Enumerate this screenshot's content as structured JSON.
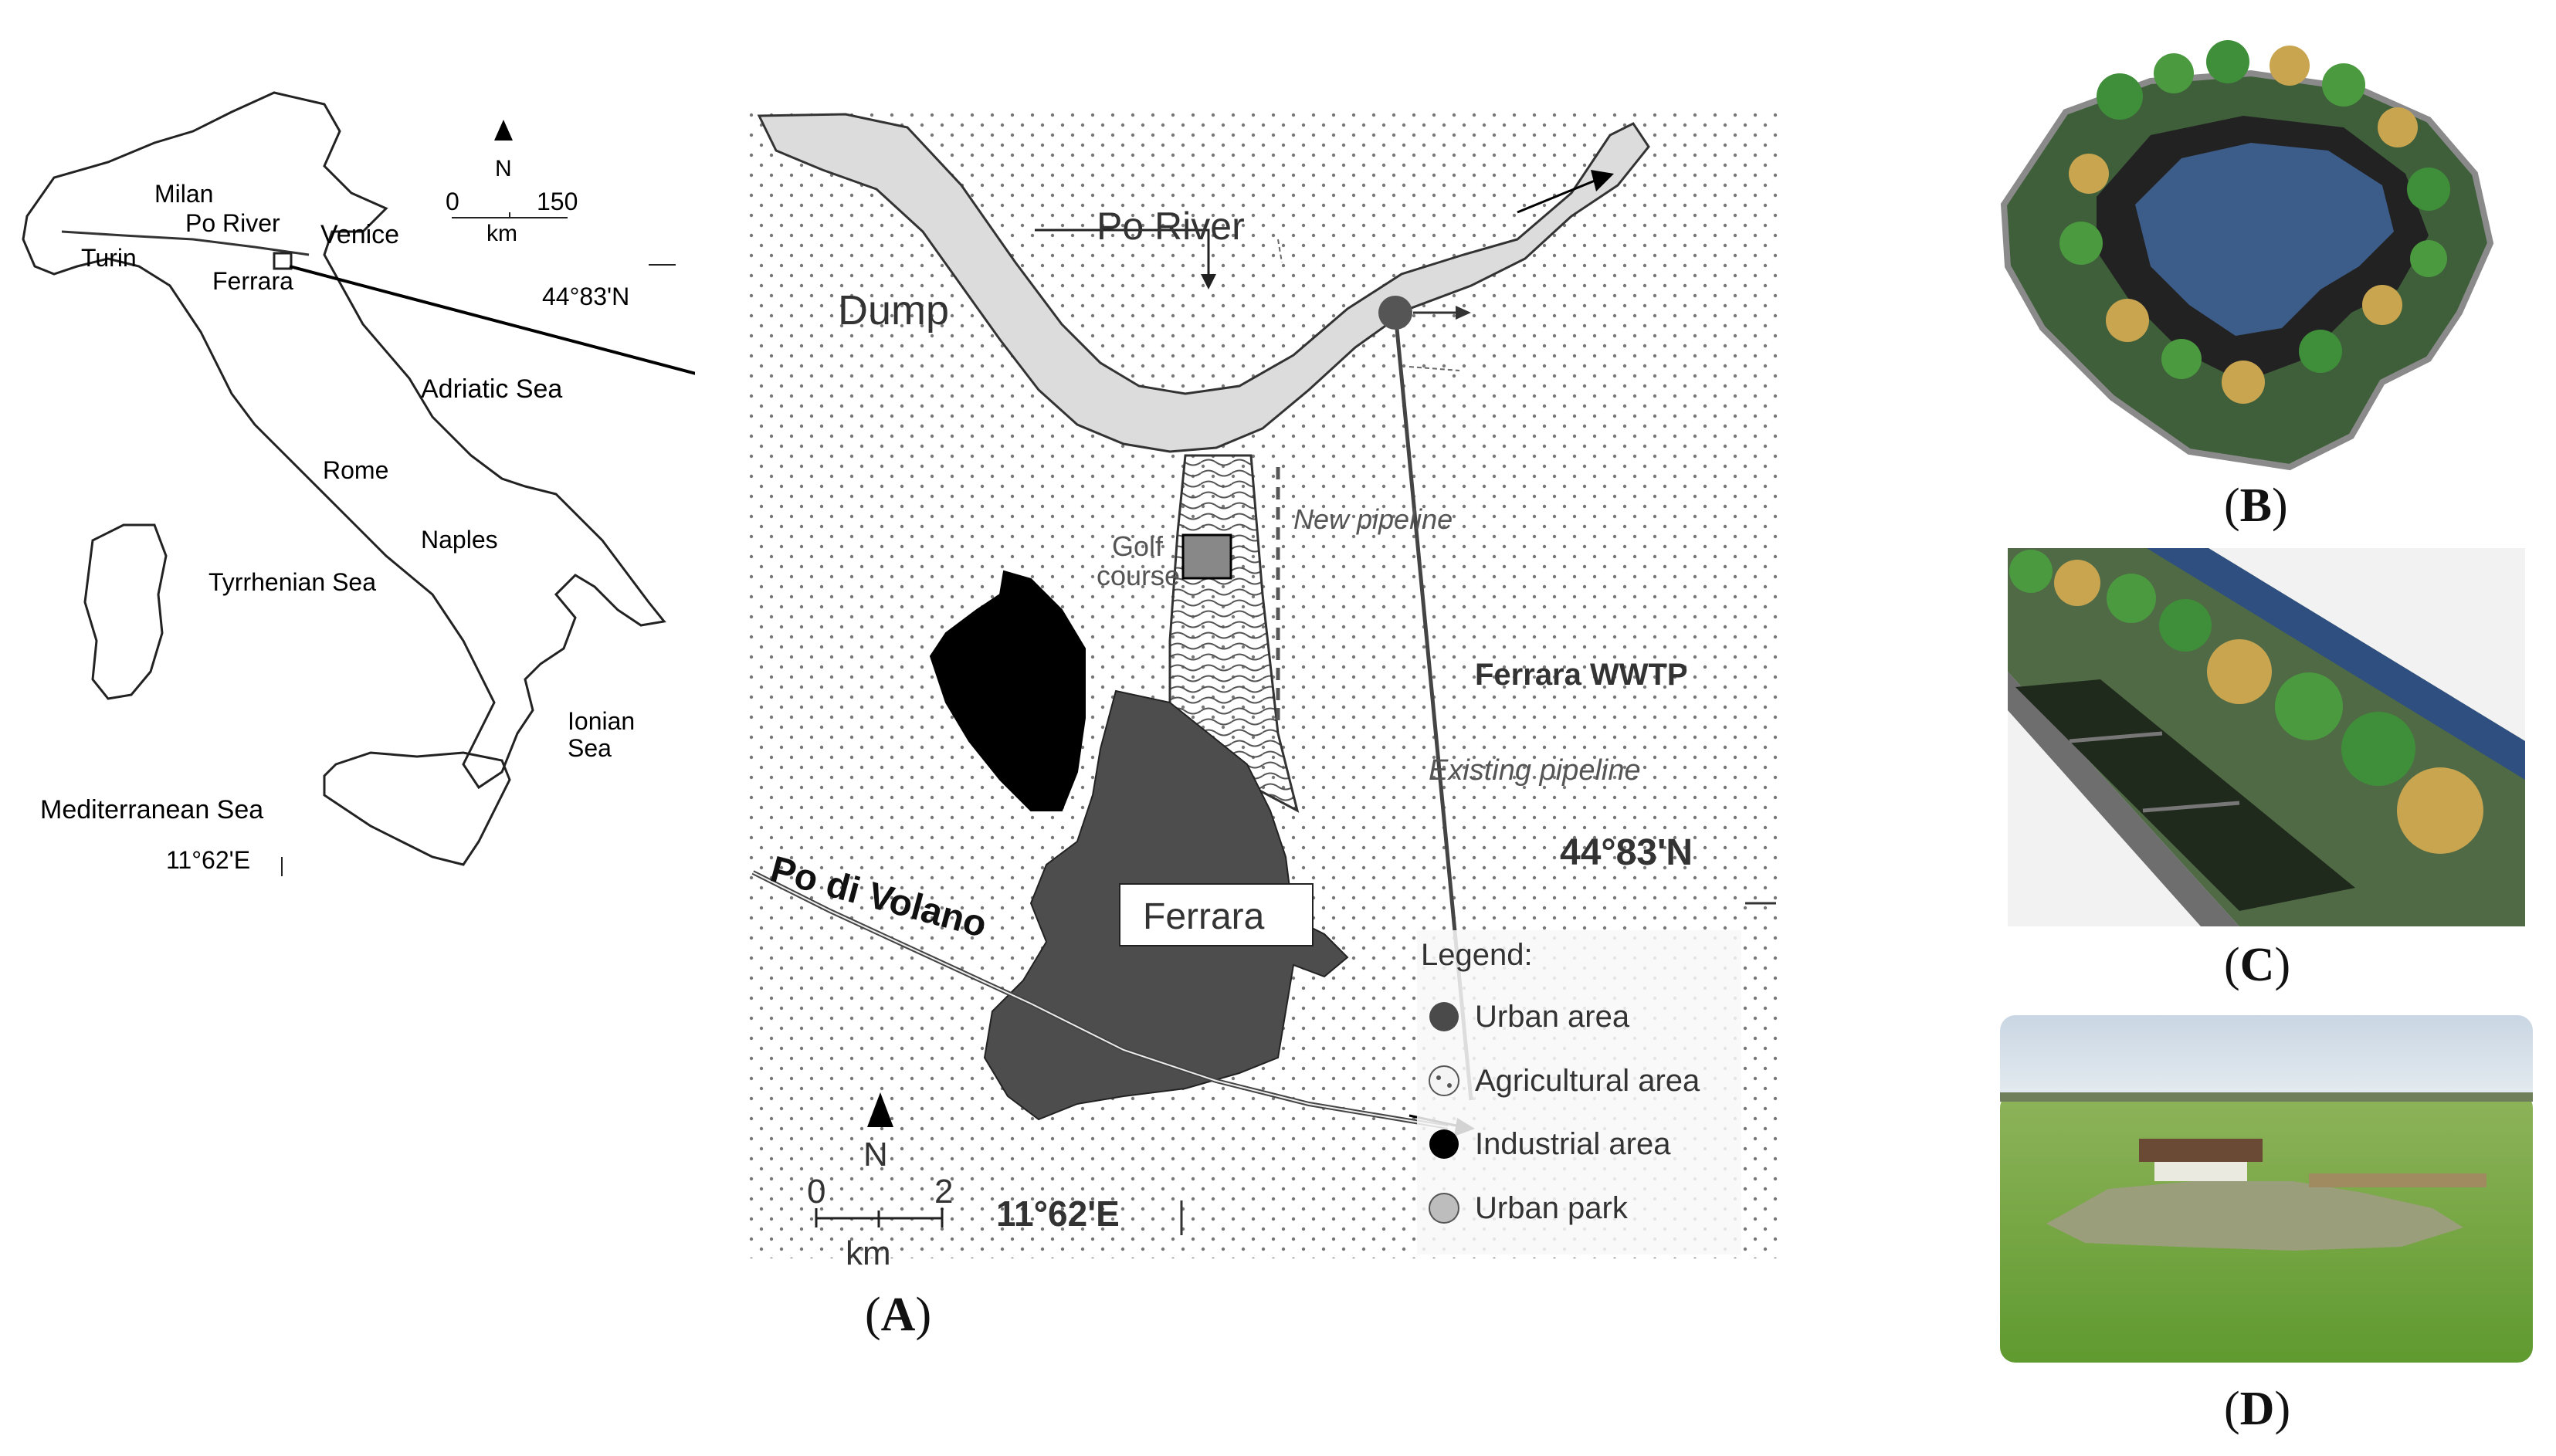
{
  "italy_inset": {
    "cities": [
      "Milan",
      "Turin",
      "Ferrara",
      "Venice",
      "Rome",
      "Naples"
    ],
    "river": "Po River",
    "seas": [
      "Adriatic Sea",
      "Tyrrhenian Sea",
      "Ionian",
      "Sea",
      "Mediterranean Sea"
    ],
    "north": "N",
    "scale_start": "0",
    "scale_end": "150",
    "scale_unit": "km",
    "lat": "44°83'N",
    "lon": "11°62'E"
  },
  "ferrara_map": {
    "river_label": "Po River",
    "dump_label": "Dump",
    "golf_label_1": "Golf",
    "golf_label_2": "course",
    "new_pipeline": "New pipeline",
    "wwtp": "Ferrara WWTP",
    "existing_pipeline": "Existing pipeline",
    "canal_label": "Po di Volano",
    "city_label": "Ferrara",
    "lat": "44°83'N",
    "lon": "11°62'E",
    "north": "N",
    "scale_start": "0",
    "scale_end": "2",
    "scale_unit": "km",
    "legend": {
      "title": "Legend:",
      "items": [
        "Urban area",
        "Agricultural area",
        "Industrial area",
        "Urban park"
      ],
      "colors": [
        "#4a4a4a",
        "#f4f4f4",
        "#000000",
        "#bdbdbd"
      ]
    }
  },
  "panels": {
    "a": {
      "open": "(",
      "letter": "A",
      "close": ")"
    },
    "b": {
      "open": "(",
      "letter": "B",
      "close": ")"
    },
    "c": {
      "open": "(",
      "letter": "C",
      "close": ")"
    },
    "d": {
      "open": "(",
      "letter": "D",
      "close": ")"
    }
  }
}
